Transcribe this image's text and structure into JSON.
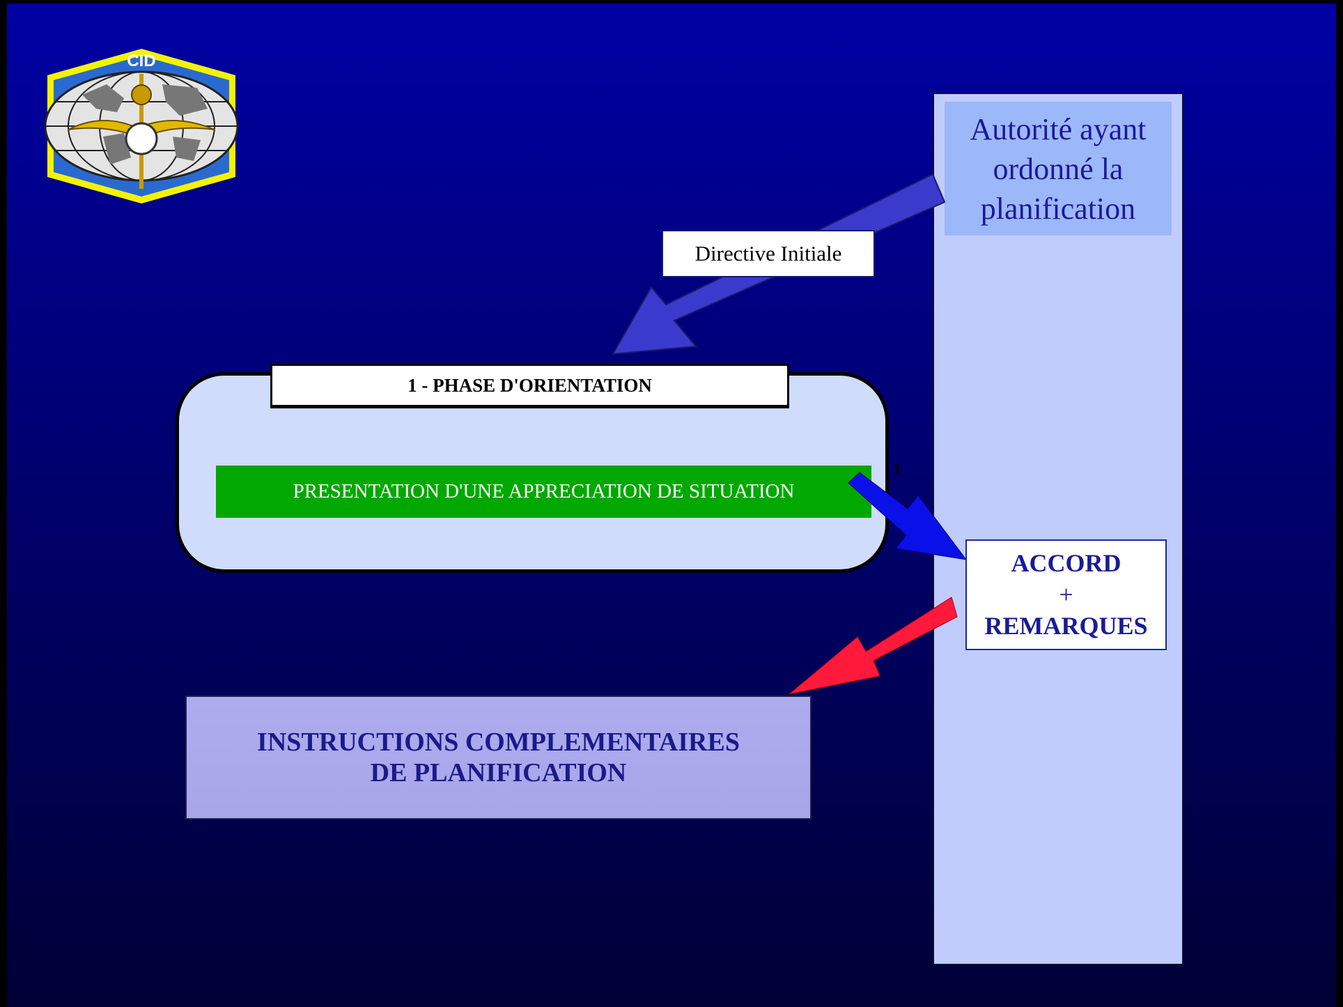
{
  "logo": {
    "text": "CID"
  },
  "authority": {
    "lines": [
      "Autorité ayant",
      "ordonné la",
      "planification"
    ]
  },
  "directive": {
    "label": "Directive  Initiale"
  },
  "phase": {
    "title": "1 - PHASE D'ORIENTATION",
    "presentation": "PRESENTATION D'UNE APPRECIATION DE SITUATION",
    "number": "1"
  },
  "accord": {
    "line1": "ACCORD",
    "line2": "+",
    "line3": "REMARQUES"
  },
  "instructions": {
    "line1": "INSTRUCTIONS COMPLEMENTAIRES",
    "line2": "DE PLANIFICATION"
  },
  "colors": {
    "arrow_directive": "#3a3acc",
    "arrow_presentation": "#0a10e8",
    "arrow_instructions": "#ff1a3c",
    "presentation_bar": "#00a800"
  }
}
